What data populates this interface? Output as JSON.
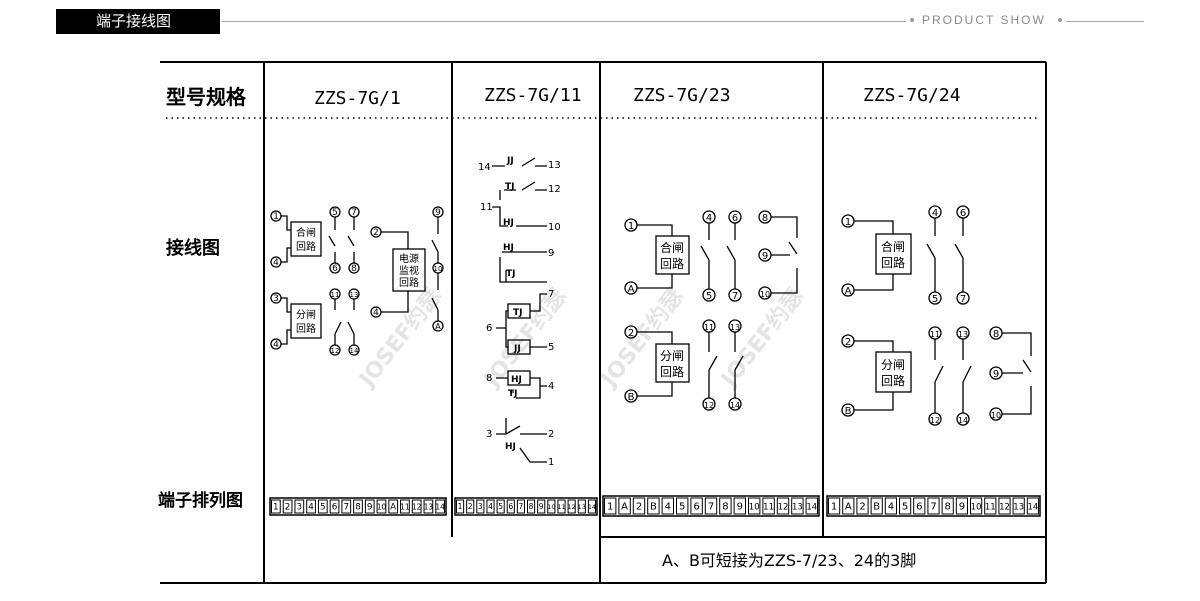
{
  "header": {
    "section_title": "端子接线图",
    "product_show": "PRODUCT SHOW"
  },
  "table": {
    "row_labels": {
      "model": "型号规格",
      "wiring": "接线图",
      "terminal_block": "端子排列图"
    },
    "models": [
      "ZZS-7G/1",
      "ZZS-7G/11",
      "ZZS-7G/23",
      "ZZS-7G/24"
    ],
    "terminal_rows": {
      "col1": [
        "1",
        "2",
        "3",
        "4",
        "5",
        "6",
        "7",
        "8",
        "9",
        "10",
        "A",
        "11",
        "12",
        "13",
        "14"
      ],
      "col2": [
        "1",
        "2",
        "3",
        "4",
        "5",
        "6",
        "7",
        "8",
        "9",
        "10",
        "11",
        "12",
        "13",
        "14"
      ],
      "col3": [
        "1",
        "A",
        "2",
        "B",
        "4",
        "5",
        "6",
        "7",
        "8",
        "9",
        "10",
        "11",
        "12",
        "13",
        "14"
      ],
      "col4": [
        "1",
        "A",
        "2",
        "B",
        "4",
        "5",
        "6",
        "7",
        "8",
        "9",
        "10",
        "11",
        "12",
        "13",
        "14"
      ]
    },
    "note": "A、B可短接为ZZS-7/23、24的3脚"
  },
  "diagram_labels": {
    "close_circuit": [
      "合闸",
      "回路"
    ],
    "trip_circuit": [
      "分闸",
      "回路"
    ],
    "power_monitor": [
      "电源",
      "监视",
      "回路"
    ],
    "coil_tj": "TJ",
    "coil_jj": "JJ",
    "coil_hj": "HJ",
    "col2_terminals": [
      "14",
      "13",
      "12",
      "11",
      "10",
      "9",
      "7",
      "6",
      "5",
      "8",
      "4",
      "3",
      "2",
      "1"
    ]
  },
  "watermark": "JOSEF约瑟"
}
